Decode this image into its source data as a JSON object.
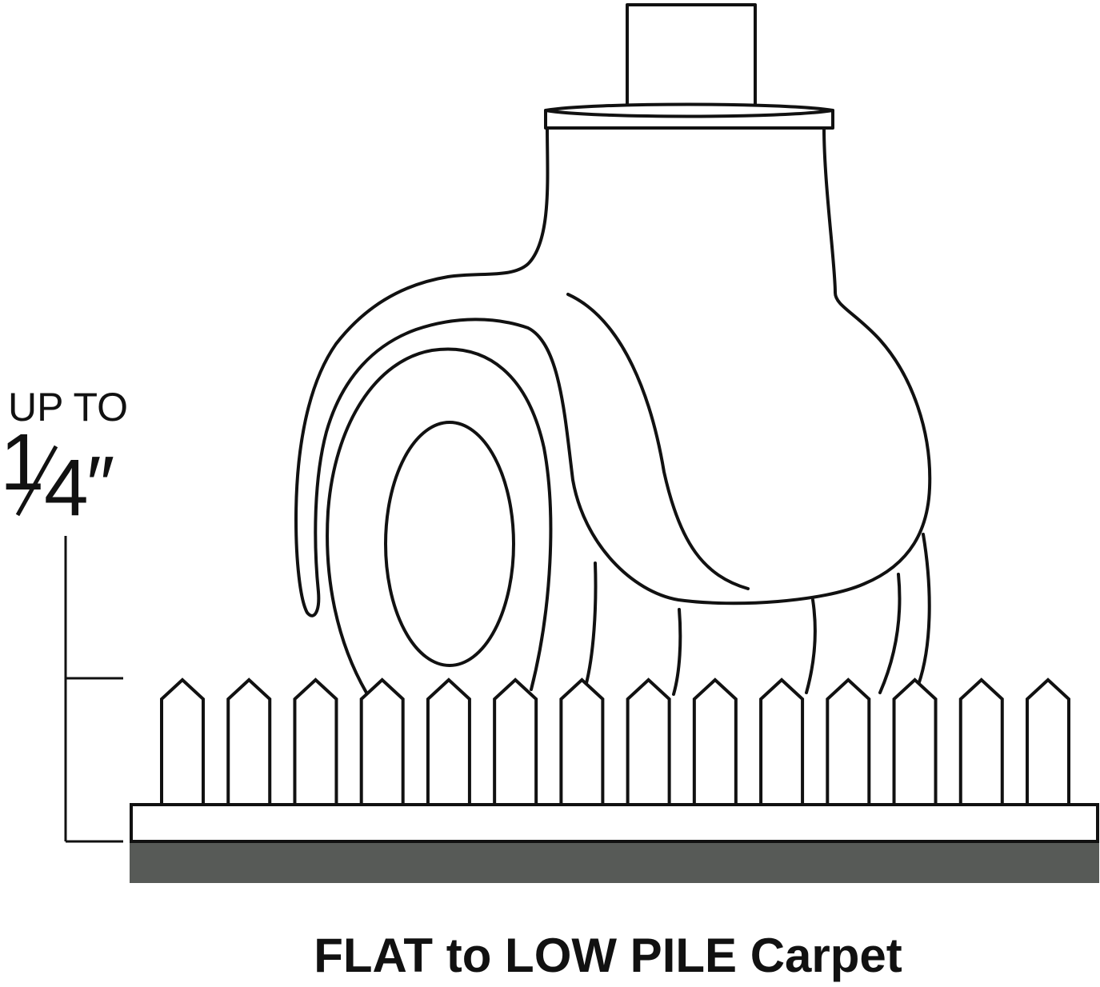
{
  "measurement": {
    "prefix": "UP TO",
    "numerator": "1",
    "denominator": "4",
    "unit_mark": "″"
  },
  "caption": "FLAT to LOW PILE Carpet",
  "colors": {
    "outline": "#111111",
    "backing": "#575a57",
    "background": "#ffffff"
  },
  "carpet": {
    "tuft_count": 14
  }
}
